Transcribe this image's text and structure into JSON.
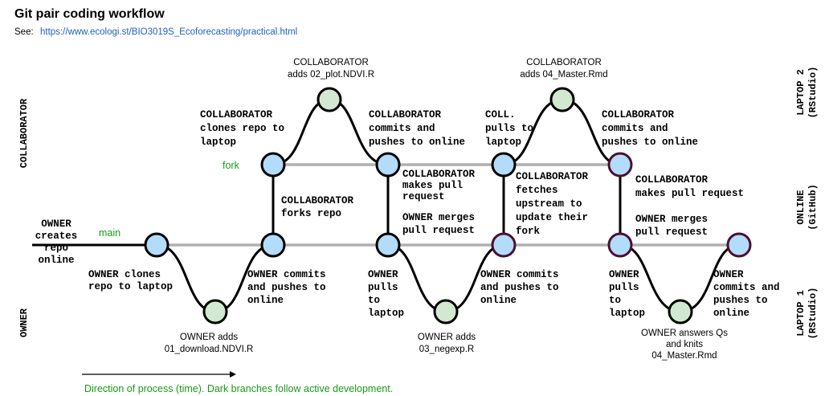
{
  "title": "Git pair coding workflow",
  "see": {
    "label": "See:",
    "url": "https://www.ecologi.st/BIO3019S_Ecoforecasting/practical.html"
  },
  "branches": {
    "main": "main",
    "fork": "fork"
  },
  "side_labels": {
    "collaborator": "COLLABORATOR",
    "owner": "OWNER"
  },
  "right_labels": {
    "laptop2": [
      "LAPTOP 2",
      "(RStudio)"
    ],
    "online": [
      "ONLINE",
      "(GitHub)"
    ],
    "laptop1": [
      "LAPTOP 1",
      "(RStudio)"
    ]
  },
  "footer": "Direction of process (time). Dark branches follow active development.",
  "steps": {
    "owner_creates": [
      "OWNER",
      "creates",
      "repo",
      "online"
    ],
    "owner_clones": [
      "OWNER clones",
      "repo to laptop"
    ],
    "owner_adds1": [
      "OWNER adds",
      "01_download.NDVI.R"
    ],
    "collab_clones": [
      "COLLABORATOR",
      "clones repo to",
      "laptop"
    ],
    "collab_forks": [
      "COLLABORATOR",
      "forks repo"
    ],
    "owner_commits1": [
      "OWNER commits",
      "and pushes to",
      "online"
    ],
    "collab_adds1": [
      "COLLABORATOR",
      "adds 02_plot.NDVI.R"
    ],
    "collab_commits1": [
      "COLLABORATOR",
      "commits and",
      "pushes to online"
    ],
    "collab_pr1": [
      "COLLABORATOR",
      "makes pull",
      "request"
    ],
    "owner_merges1": [
      "OWNER merges",
      "pull request"
    ],
    "owner_pulls1": [
      "OWNER",
      "pulls",
      "to",
      "laptop"
    ],
    "owner_adds2": [
      "OWNER adds",
      "03_negexp.R"
    ],
    "coll_pulls": [
      "COLL.",
      "pulls to",
      "laptop"
    ],
    "collab_fetches": [
      "COLLABORATOR",
      "fetches",
      "upstream to",
      "update their",
      "fork"
    ],
    "owner_commits2": [
      "OWNER commits",
      "and pushes to",
      "online"
    ],
    "collab_adds2": [
      "COLLABORATOR",
      "adds 04_Master.Rmd"
    ],
    "collab_commits2": [
      "COLLABORATOR",
      "commits and",
      "pushes to online"
    ],
    "collab_pr2": [
      "COLLABORATOR",
      "makes pull request"
    ],
    "owner_merges2": [
      "OWNER merges",
      "pull request"
    ],
    "owner_pulls2": [
      "OWNER",
      "pulls",
      "to",
      "laptop"
    ],
    "owner_answers": [
      "OWNER answers Qs",
      "and knits",
      "04_Master.Rmd"
    ],
    "owner_commits3": [
      "OWNER",
      "commits and",
      "pushes to",
      "online"
    ]
  },
  "colors": {
    "main_line": "#b0b0b0",
    "active_line": "#000000",
    "online_node": "#b3dcfa",
    "laptop_node": "#d3e8d0",
    "merge_stroke": "#4a1030",
    "green_text": "#1a9a1a",
    "link": "#1f5fbf"
  }
}
